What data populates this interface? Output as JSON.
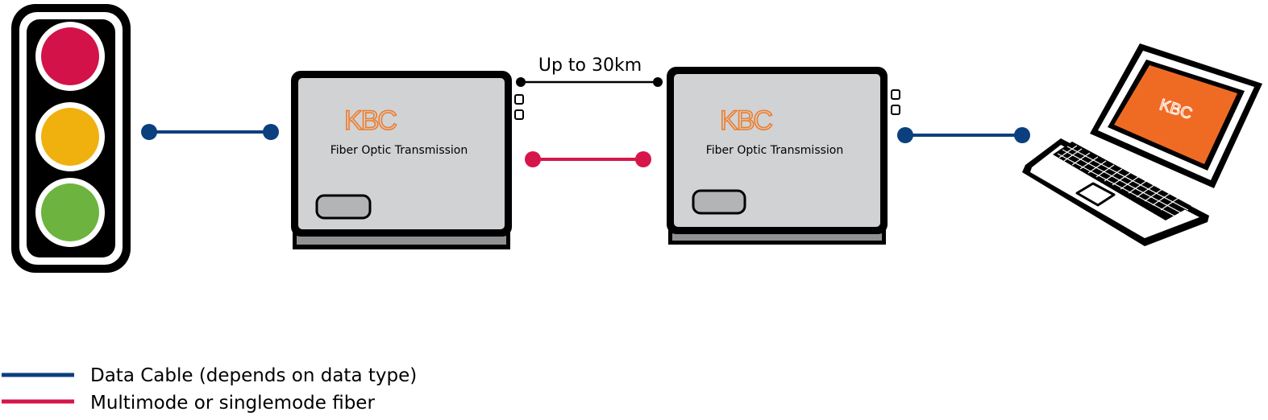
{
  "diagram": {
    "distance_label": "Up to 30km",
    "left_unit": {
      "logo": "KBC",
      "label": "Fiber Optic Transmission"
    },
    "right_unit": {
      "logo": "KBC",
      "label": "Fiber Optic Transmission"
    },
    "laptop_logo": "KBC",
    "traffic_light": {
      "lights": [
        "red",
        "yellow",
        "green"
      ]
    }
  },
  "legend": {
    "data_cable": "Data Cable (depends on data type)",
    "fiber": "Multimode or singlemode fiber"
  },
  "colors": {
    "data_cable": "#0b3f7e",
    "fiber": "#d6164a",
    "red_light": "#d3124a",
    "yellow_light": "#f0b10f",
    "green_light": "#6cb43f",
    "unit_body": "#d1d2d3",
    "unit_base": "#8f9193",
    "logo_orange": "#ee7c2a",
    "laptop_screen": "#ef6b24"
  }
}
